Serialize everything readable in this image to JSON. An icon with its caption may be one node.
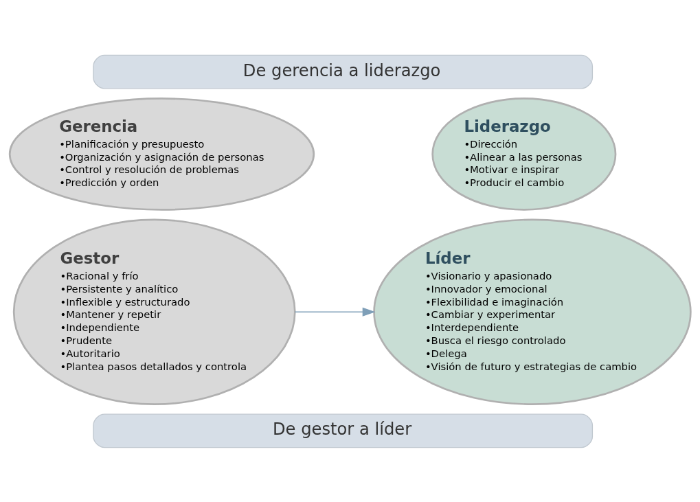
{
  "diagram": {
    "nodes": [
      {
        "text": [
          "De gerencia a liderazgo"
        ]
      },
      {
        "text": [
          "Gerencia",
          "•Planificación y presupuesto",
          "•Organización y asignación de personas",
          "•Control y resolución de problemas",
          "•Predicción y orden"
        ]
      },
      {
        "text": [
          "Liderazgo",
          "•Dirección",
          "•Alinear a las personas",
          "•Motivar e inspirar",
          "•Producir el cambio"
        ]
      },
      {
        "text": [
          "Gestor",
          "•Racional y frío",
          "•Persistente y analítico",
          "•Inflexible y estructurado",
          "•Mantener y repetir",
          "•Independiente",
          "•Prudente",
          "•Autoritario",
          "•Plantea pasos detallados y controla"
        ]
      },
      {
        "text": [
          "Líder",
          "•Visionario y apasionado",
          "•Innovador y emocional",
          "•Flexibilidad e imaginación",
          "•Cambiar y experimentar",
          "•Interdependiente",
          "•Busca el riesgo controlado",
          "•Delega",
          "•Visión de futuro y estrategias de cambio"
        ]
      },
      {
        "text": [
          "De gestor a líder"
        ]
      }
    ],
    "edges": [
      {
        "from": 3,
        "to": 4,
        "arrow": "to"
      }
    ]
  }
}
